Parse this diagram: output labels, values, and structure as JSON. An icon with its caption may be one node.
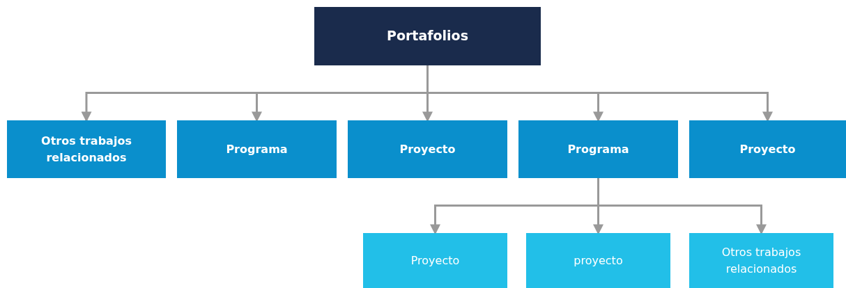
{
  "diagram": {
    "nodes": [
      {
        "text": [
          "Portafolios"
        ]
      },
      {
        "text": [
          "Otros trabajos relacionados"
        ]
      },
      {
        "text": [
          "Programa"
        ]
      },
      {
        "text": [
          "Proyecto"
        ]
      },
      {
        "text": [
          "Programa"
        ]
      },
      {
        "text": [
          "Proyecto"
        ]
      },
      {
        "text": [
          "Proyecto"
        ]
      },
      {
        "text": [
          "proyecto"
        ]
      },
      {
        "text": [
          "Otros trabajos relacionados"
        ]
      }
    ],
    "edges": [
      {
        "from": 0,
        "to": 1,
        "arrow": "to"
      },
      {
        "from": 0,
        "to": 2,
        "arrow": "to"
      },
      {
        "from": 0,
        "to": 3,
        "arrow": "to"
      },
      {
        "from": 0,
        "to": 4,
        "arrow": "to"
      },
      {
        "from": 0,
        "to": 5,
        "arrow": "to"
      },
      {
        "from": 4,
        "to": 6,
        "arrow": "to"
      },
      {
        "from": 4,
        "to": 7,
        "arrow": "to"
      },
      {
        "from": 4,
        "to": 8,
        "arrow": "to"
      }
    ]
  }
}
